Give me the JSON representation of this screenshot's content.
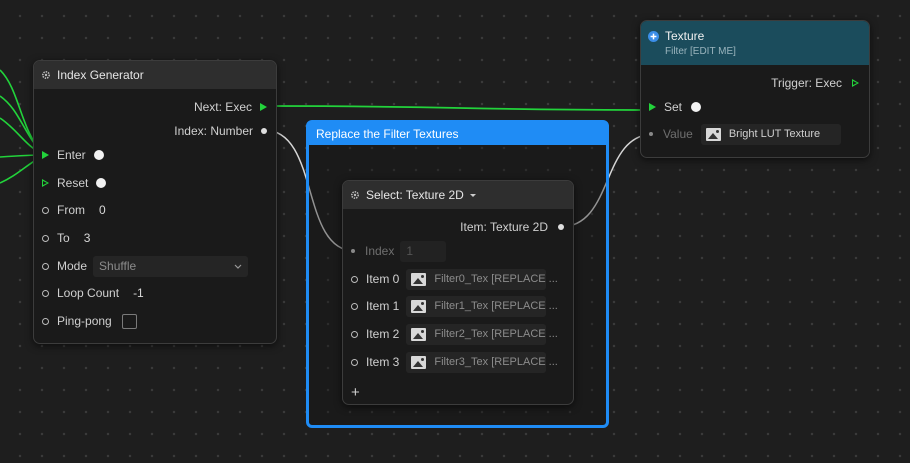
{
  "index_generator": {
    "title": "Index Generator",
    "outputs": {
      "next": "Next: Exec",
      "index": "Index: Number"
    },
    "inputs": {
      "enter": "Enter",
      "reset": "Reset",
      "from_label": "From",
      "from_value": "0",
      "to_label": "To",
      "to_value": "3",
      "mode_label": "Mode",
      "mode_value": "Shuffle",
      "loop_count_label": "Loop Count",
      "loop_count_value": "-1",
      "ping_pong_label": "Ping-pong"
    }
  },
  "group": {
    "title": "Replace the Filter Textures"
  },
  "select_node": {
    "title": "Select: Texture 2D",
    "output": "Item: Texture 2D",
    "index_label": "Index",
    "index_value": "1",
    "items": [
      {
        "label": "Item 0",
        "value": "Filter0_Tex [REPLACE ..."
      },
      {
        "label": "Item 1",
        "value": "Filter1_Tex [REPLACE ..."
      },
      {
        "label": "Item 2",
        "value": "Filter2_Tex [REPLACE ..."
      },
      {
        "label": "Item 3",
        "value": "Filter3_Tex [REPLACE ..."
      }
    ],
    "add_label": "+"
  },
  "texture_node": {
    "title": "Texture",
    "subtitle": "Filter [EDIT ME]",
    "trigger": "Trigger: Exec",
    "set_label": "Set",
    "value_label": "Value",
    "value": "Bright LUT Texture"
  },
  "colors": {
    "exec_wire": "#22d33b",
    "group_border": "#1f8cf5",
    "texture_header": "#1b4c5c",
    "plus_icon": "#3b8ee8"
  }
}
